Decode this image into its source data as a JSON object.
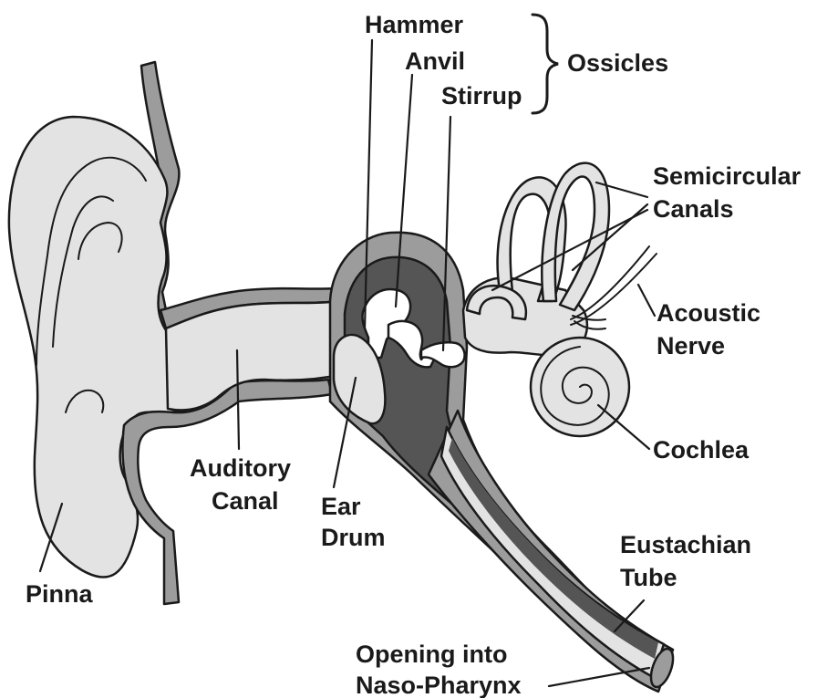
{
  "colors": {
    "tissue": "#e3e3e3",
    "wall": "#9c9c9c",
    "cavity": "#555555",
    "ink": "#1a1a1a",
    "bone": "#ffffff"
  },
  "labels": {
    "hammer": "Hammer",
    "anvil": "Anvil",
    "stirrup": "Stirrup",
    "ossicles": "Ossicles",
    "semicircular_line1": "Semicircular",
    "semicircular_line2": "Canals",
    "acoustic_line1": "Acoustic",
    "acoustic_line2": "Nerve",
    "cochlea": "Cochlea",
    "auditory_line1": "Auditory",
    "auditory_line2": "Canal",
    "eardrum_line1": "Ear",
    "eardrum_line2": "Drum",
    "pinna": "Pinna",
    "eustachian_line1": "Eustachian",
    "eustachian_line2": "Tube",
    "opening_line1": "Opening into",
    "opening_line2": "Naso-Pharynx"
  },
  "icons": {
    "ossicles_brace": "curly-brace-icon"
  }
}
